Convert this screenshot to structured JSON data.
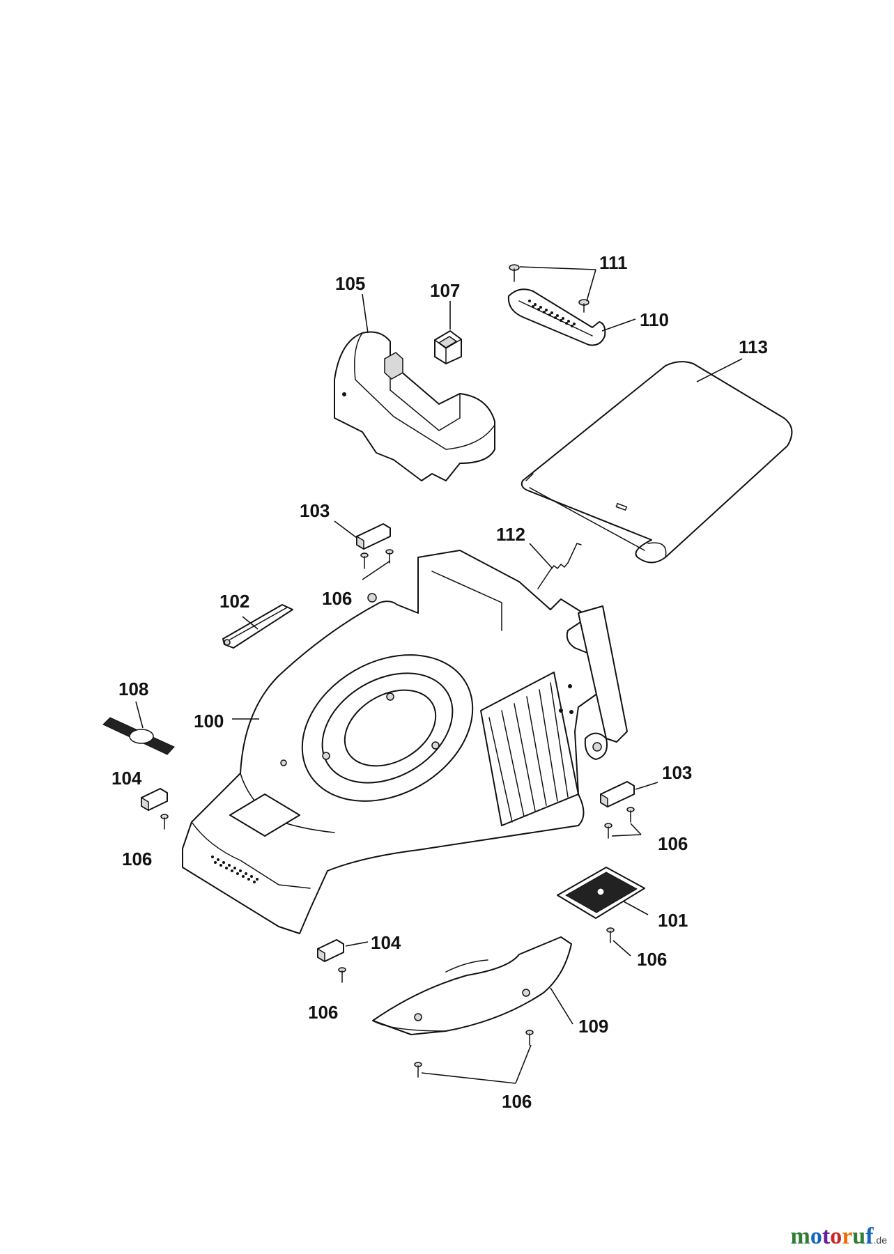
{
  "callouts": {
    "c100": "100",
    "c101": "101",
    "c102": "102",
    "c103a": "103",
    "c103b": "103",
    "c104a": "104",
    "c104b": "104",
    "c105": "105",
    "c106a": "106",
    "c106b": "106",
    "c106c": "106",
    "c106d": "106",
    "c106e": "106",
    "c106f": "106",
    "c107": "107",
    "c108": "108",
    "c109": "109",
    "c110": "110",
    "c111": "111",
    "c112": "112",
    "c113": "113"
  },
  "brand": {
    "name_parts": [
      "m",
      "o",
      "t",
      "o",
      "r",
      "u",
      "f"
    ],
    "tld": ".de",
    "letter_colors": [
      "#2e7d32",
      "#1565c0",
      "#6a1b9a",
      "#c62828",
      "#ef6c00",
      "#2e7d32",
      "#1565c0"
    ]
  }
}
